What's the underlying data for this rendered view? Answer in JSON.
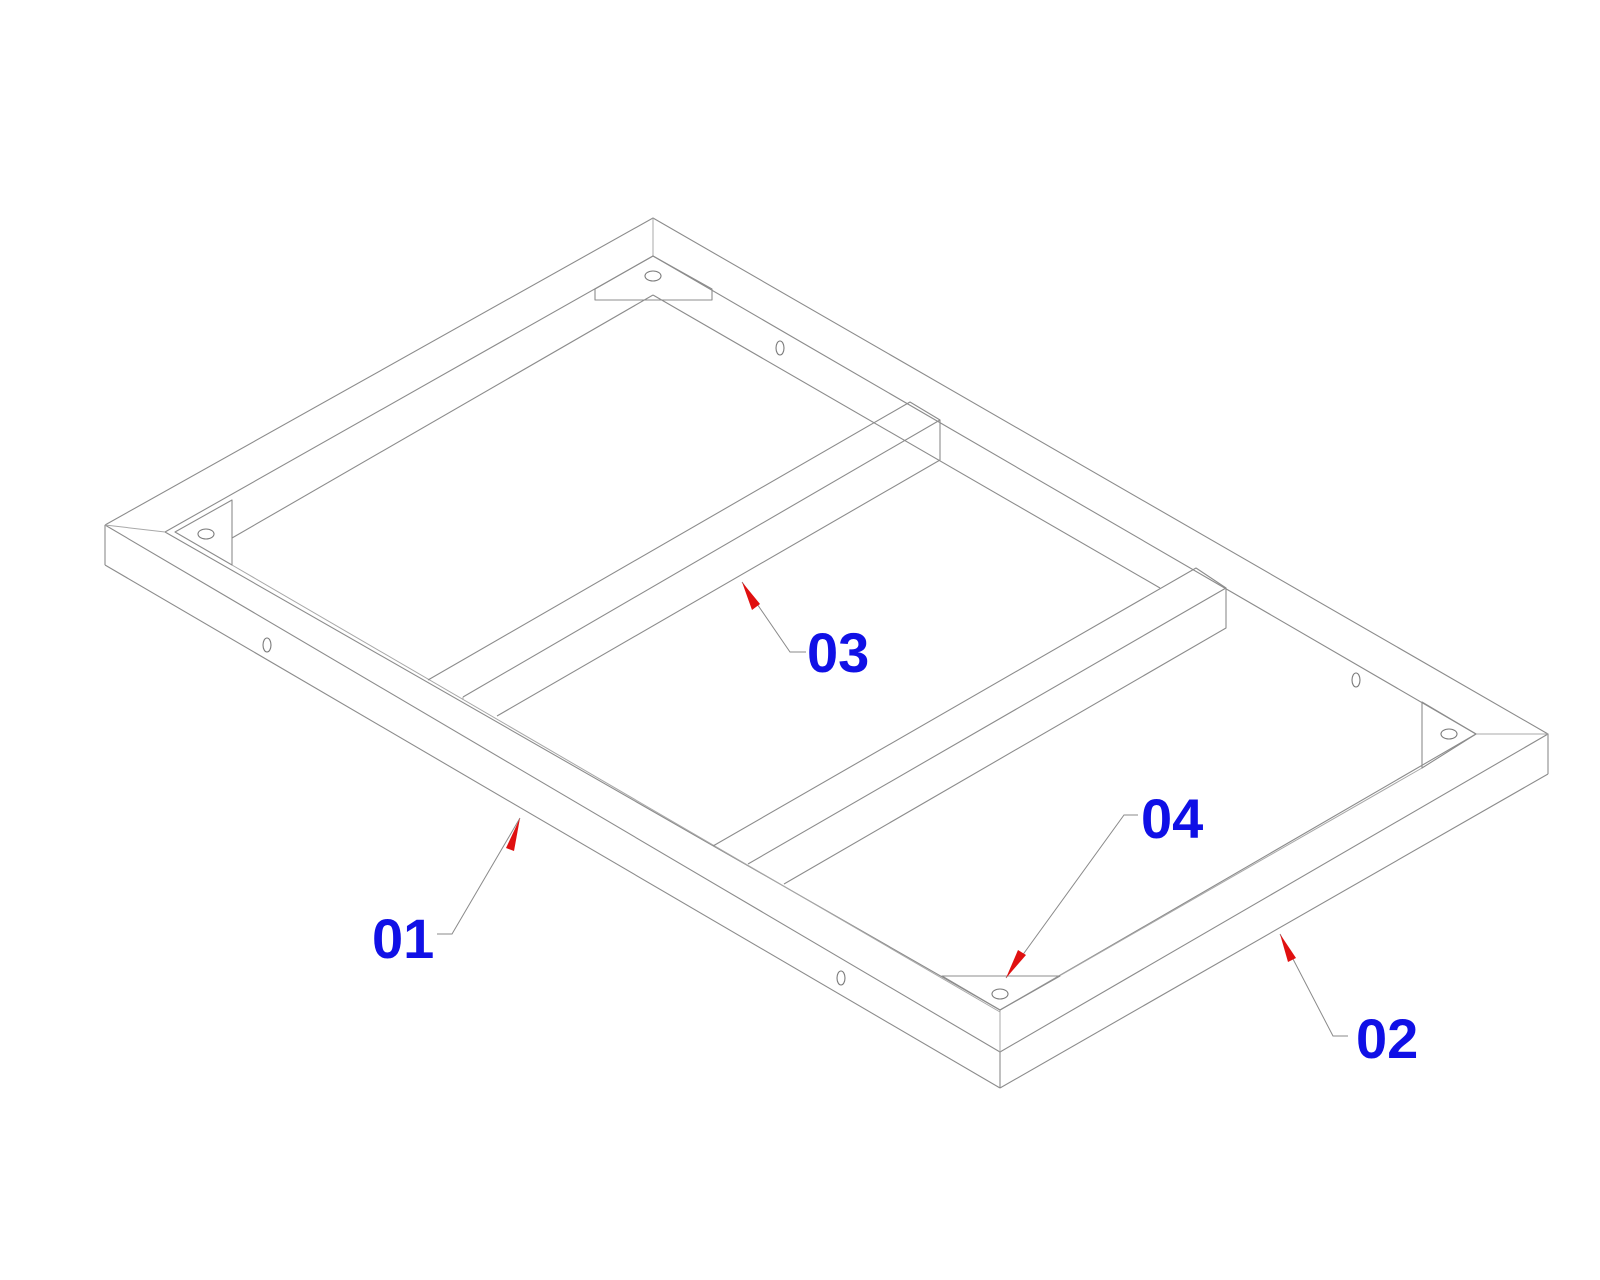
{
  "diagram": {
    "callouts": [
      {
        "id": "part-01",
        "label": "01"
      },
      {
        "id": "part-02",
        "label": "02"
      },
      {
        "id": "part-03",
        "label": "03"
      },
      {
        "id": "part-04",
        "label": "04"
      }
    ]
  },
  "colors": {
    "label": "#1010e6",
    "arrow": "#e01010",
    "line": "#8c8c8c",
    "background": "#ffffff"
  }
}
